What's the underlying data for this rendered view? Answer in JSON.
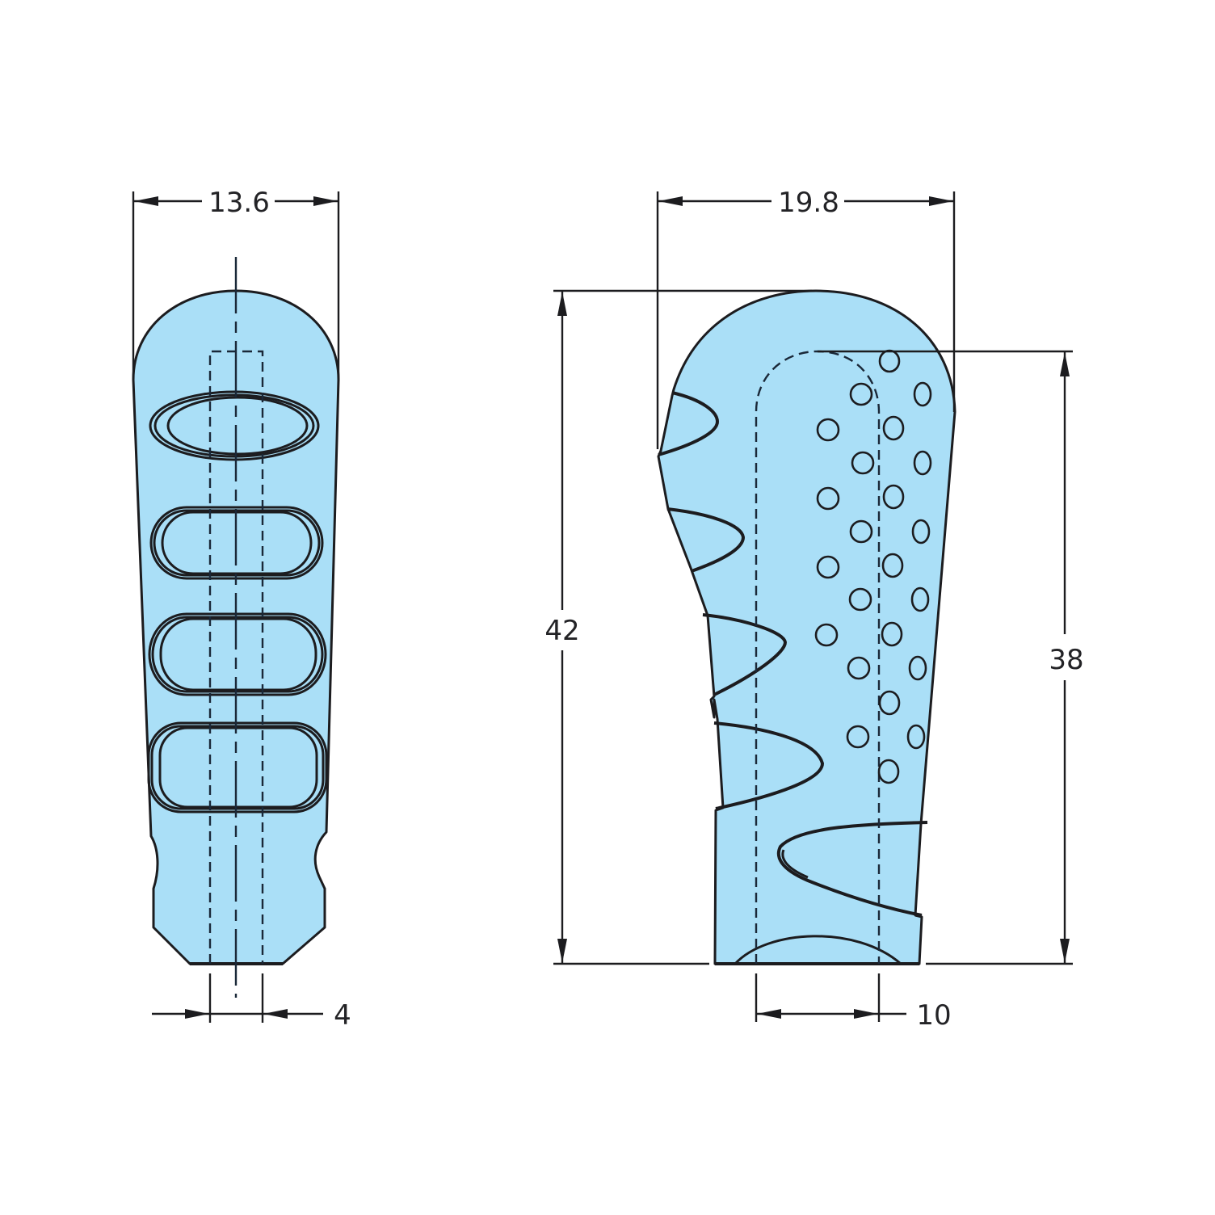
{
  "drawing": {
    "title": "Gear shift knob technical drawing",
    "fill_color": "#aadff7",
    "line_color": "#1c1c1f",
    "views": [
      {
        "name": "front-view",
        "dimensions": {
          "width_top": "13.6",
          "bore_width": "4"
        },
        "finger_grooves": 4
      },
      {
        "name": "side-view",
        "dimensions": {
          "width_top": "19.8",
          "overall_height": "42",
          "bore_depth": "38",
          "bore_diameter": "10"
        },
        "dimple_count": 26
      }
    ]
  },
  "labels": {
    "front_width": "13.6",
    "front_bore": "4",
    "side_width": "19.8",
    "side_height": "42",
    "side_bore_depth": "38",
    "side_bore_dia": "10"
  }
}
